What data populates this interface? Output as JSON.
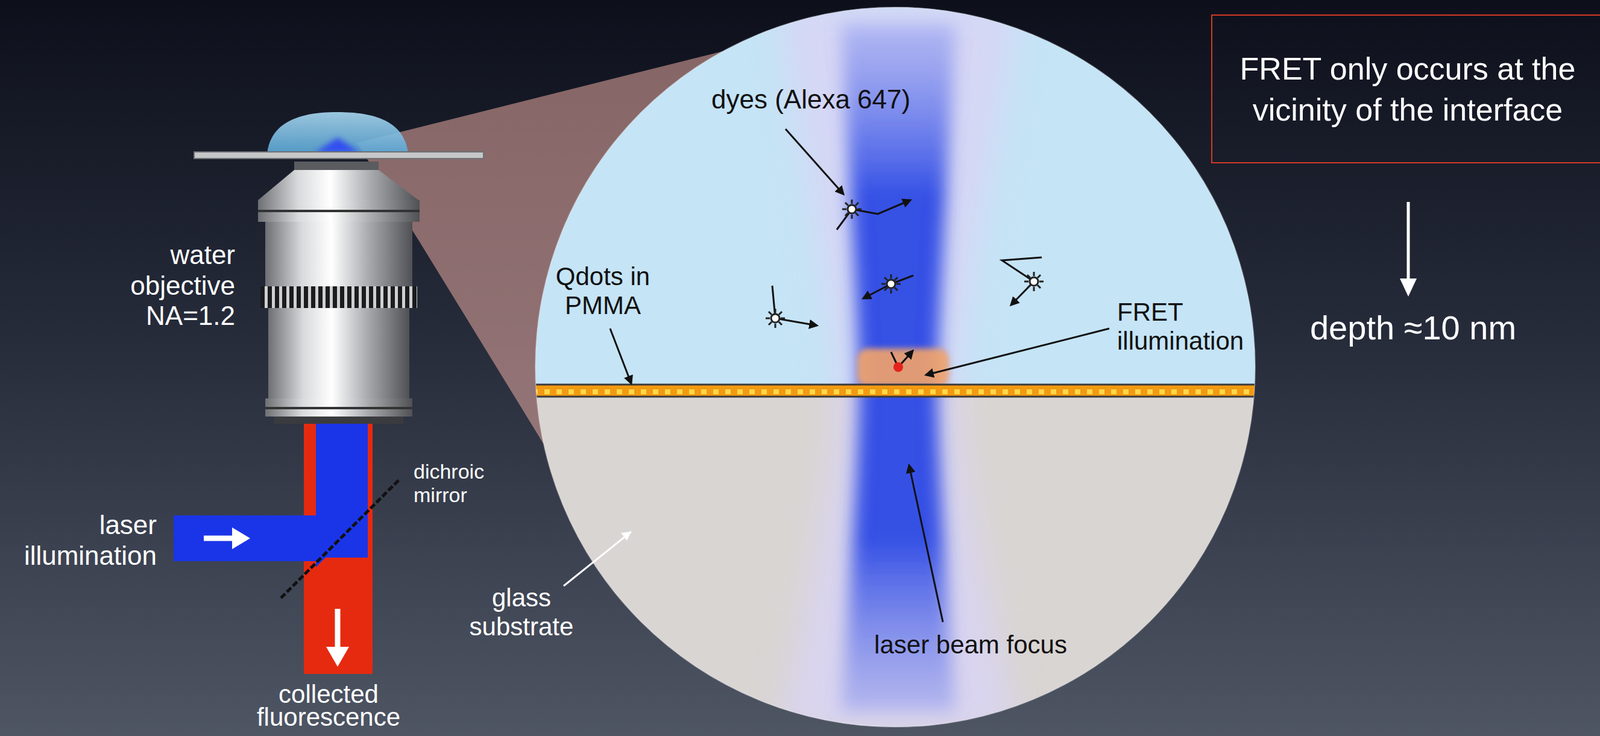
{
  "diagram": {
    "nodes": [
      {
        "text": [
          "FRET only occurs at the vicinity of the interface"
        ]
      }
    ],
    "labels": [
      "water objective NA=1.2",
      "laser illumination",
      "dichroic mirror",
      "collected fluorescence",
      "dyes (Alexa 647)",
      "Qdots in PMMA",
      "FRET illumination",
      "glass substrate",
      "laser beam focus",
      "depth ≈10 nm"
    ]
  }
}
